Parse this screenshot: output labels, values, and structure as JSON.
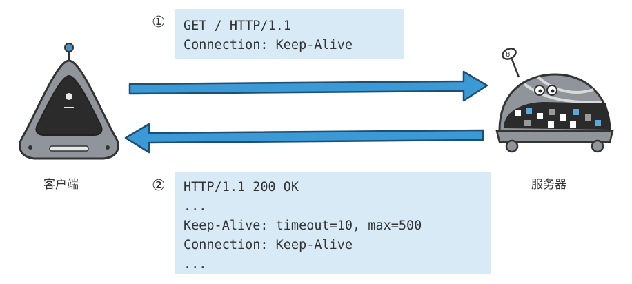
{
  "request": {
    "marker": "①",
    "lines": [
      "GET / HTTP/1.1",
      "Connection: Keep-Alive"
    ]
  },
  "response": {
    "marker": "②",
    "lines": [
      "HTTP/1.1 200 OK",
      "...",
      "Keep-Alive: timeout=10, max=500",
      "Connection: Keep-Alive",
      "..."
    ]
  },
  "client": {
    "label": "客户端",
    "icon": "client-robot-icon"
  },
  "server": {
    "label": "服务器",
    "icon": "server-robot-icon"
  },
  "colors": {
    "arrow": "#3b9ad6",
    "arrow_outline": "#1f4e73",
    "box": "#d7eaf6",
    "robot_body": "#8f959a",
    "robot_dark": "#2b2b2b"
  }
}
